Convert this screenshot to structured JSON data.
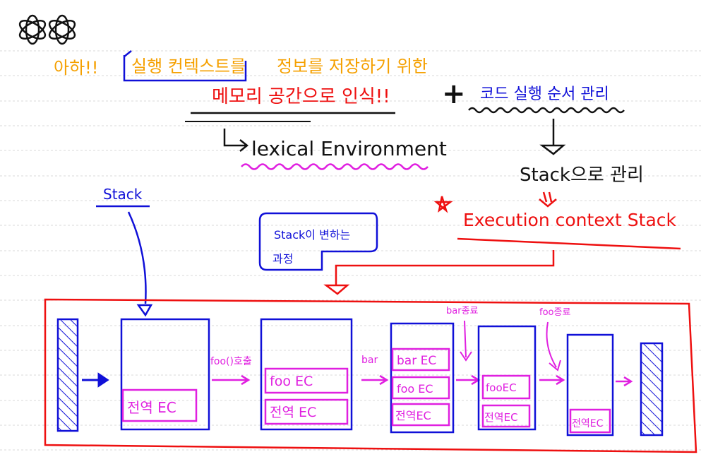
{
  "colors": {
    "orange": "#f5a000",
    "blue": "#1010d8",
    "red": "#ee1010",
    "magenta": "#e020e0",
    "black": "#111111",
    "ruled_line": "#d9d9d9"
  },
  "icons": {
    "logo": "atom-doodle-icon"
  },
  "heading": {
    "prefix": "아하!!",
    "highlight": "실행 컨텍스트를",
    "rest": "정보를 저장하기 위한"
  },
  "memory_line": {
    "text": "메모리 공간으로 인식!!",
    "plus": "+",
    "code_order": "코드 실행 순서 관리"
  },
  "lexical": {
    "text": "lexical Environment"
  },
  "stack_manage": {
    "text": "Stack으로 관리"
  },
  "ec_stack": {
    "text": "Execution context Stack"
  },
  "stack_label": "Stack",
  "bubble": {
    "line1": "Stack이 변하는",
    "line2": "과정"
  },
  "transitions": {
    "foo_call": "foo()호출",
    "bar_call": "bar",
    "bar_end": "bar종료",
    "foo_end": "foo종료"
  },
  "stack_frames": [
    {
      "frame": 1,
      "items": [
        "전역 EC"
      ]
    },
    {
      "frame": 2,
      "items": [
        "foo EC",
        "전역 EC"
      ]
    },
    {
      "frame": 3,
      "items": [
        "bar EC",
        "foo EC",
        "전역EC"
      ]
    },
    {
      "frame": 4,
      "items": [
        "fooEC",
        "전역EC"
      ]
    },
    {
      "frame": 5,
      "items": [
        "전역EC"
      ]
    }
  ]
}
